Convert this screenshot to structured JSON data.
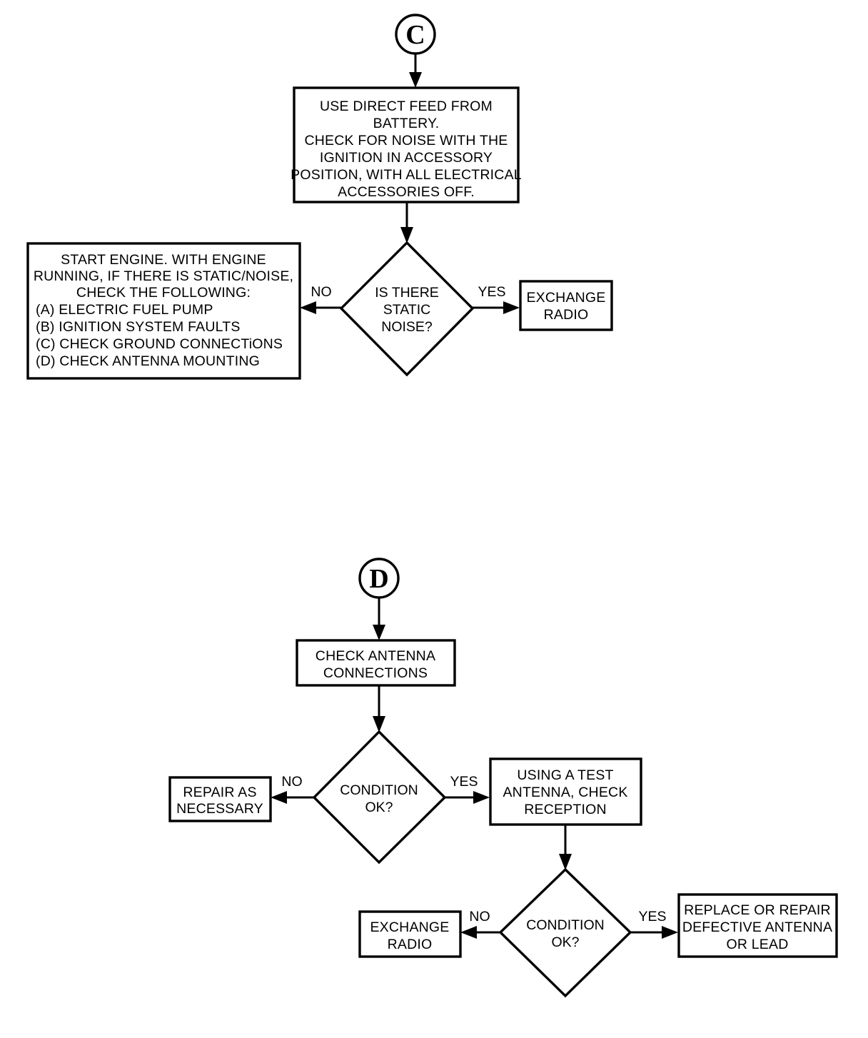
{
  "diagram": {
    "title": "Radio Noise and Antenna Diagnostic Flowchart",
    "type": "flowchart",
    "stroke_color": "#000000",
    "fill_color": "#ffffff",
    "background": "#ffffff"
  },
  "section_c": {
    "connector_label": "C",
    "process_use_direct_feed": {
      "lines": [
        "USE DIRECT FEED FROM",
        "BATTERY.",
        "CHECK FOR NOISE WITH THE",
        "IGNITION IN ACCESSORY",
        "POSITION, WITH ALL ELECTRICAL",
        "ACCESSORIES OFF."
      ]
    },
    "decision_static_noise": {
      "lines": [
        "IS THERE",
        "STATIC",
        "NOISE?"
      ]
    },
    "edge_no": "NO",
    "edge_yes": "YES",
    "process_exchange_radio": {
      "lines": [
        "EXCHANGE",
        "RADIO"
      ]
    },
    "process_start_engine": {
      "centered_lines": [
        "START ENGINE. WITH ENGINE",
        "RUNNING, IF THERE IS STATIC/NOISE,",
        "CHECK THE FOLLOWING:"
      ],
      "list_lines": [
        "(A) ELECTRIC FUEL PUMP",
        "(B) IGNITION SYSTEM FAULTS",
        "(C) CHECK GROUND CONNECTiONS",
        "(D) CHECK ANTENNA MOUNTING"
      ]
    }
  },
  "section_d": {
    "connector_label": "D",
    "process_check_antenna_connections": {
      "lines": [
        "CHECK ANTENNA",
        "CONNECTIONS"
      ]
    },
    "decision_condition_ok_1": {
      "lines": [
        "CONDITION",
        "OK?"
      ]
    },
    "edge_no_1": "NO",
    "edge_yes_1": "YES",
    "process_repair_as_necessary": {
      "lines": [
        "REPAIR AS",
        "NECESSARY"
      ]
    },
    "process_test_antenna": {
      "lines": [
        "USING A TEST",
        "ANTENNA, CHECK",
        "RECEPTION"
      ]
    },
    "decision_condition_ok_2": {
      "lines": [
        "CONDITION",
        "OK?"
      ]
    },
    "edge_no_2": "NO",
    "edge_yes_2": "YES",
    "process_exchange_radio_2": {
      "lines": [
        "EXCHANGE",
        "RADIO"
      ]
    },
    "process_replace_antenna": {
      "lines": [
        "REPLACE OR REPAIR",
        "DEFECTIVE ANTENNA",
        "OR LEAD"
      ]
    }
  }
}
